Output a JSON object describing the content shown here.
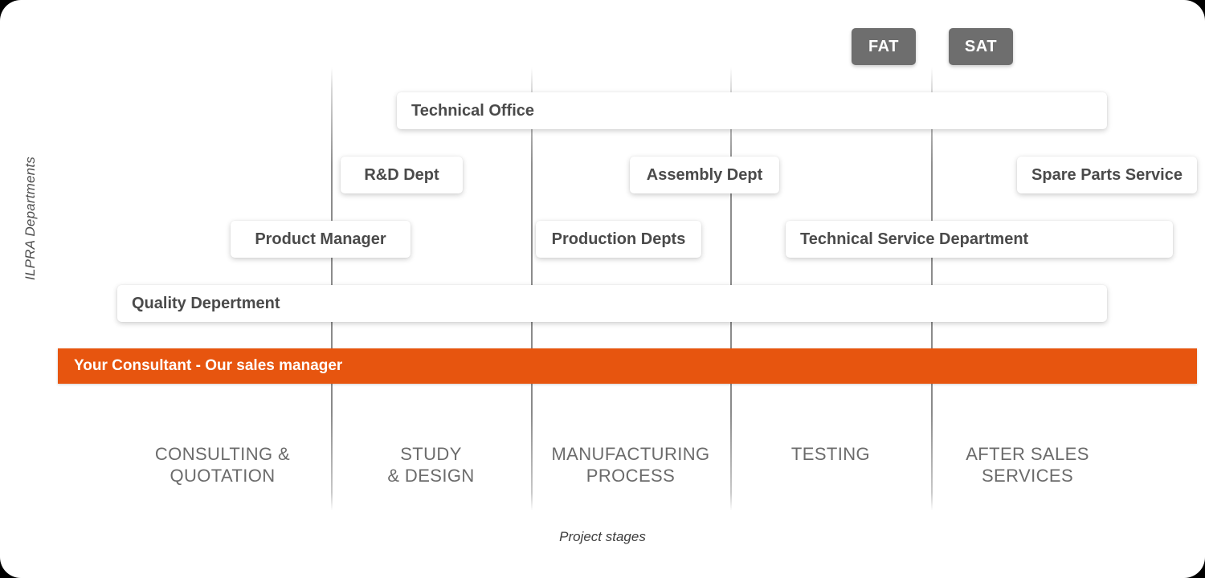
{
  "axes": {
    "y_label": "ILPRA Departments",
    "x_label": "Project stages"
  },
  "colors": {
    "accent_orange": "#e7550f",
    "badge_gray": "#6e6e6e",
    "card_text": "#4a4a4a",
    "stage_text": "#6b6b6b",
    "divider": "#8a8a8a",
    "background": "#ffffff"
  },
  "badges": [
    {
      "id": "fat",
      "label": "FAT"
    },
    {
      "id": "sat",
      "label": "SAT"
    }
  ],
  "department_cards": [
    {
      "id": "technical-office",
      "label": "Technical Office"
    },
    {
      "id": "rd-dept",
      "label": "R&D Dept"
    },
    {
      "id": "assembly-dept",
      "label": "Assembly Dept"
    },
    {
      "id": "spare-parts-service",
      "label": "Spare Parts Service"
    },
    {
      "id": "product-manager",
      "label": "Product Manager"
    },
    {
      "id": "production-depts",
      "label": "Production Depts"
    },
    {
      "id": "technical-service-department",
      "label": "Technical Service Department"
    },
    {
      "id": "quality-depertment",
      "label": "Quality Depertment"
    }
  ],
  "consultant_bar": {
    "label": "Your Consultant - Our sales manager"
  },
  "stages": [
    {
      "id": "consulting-quotation",
      "line1": "CONSULTING &",
      "line2": "QUOTATION"
    },
    {
      "id": "study-design",
      "line1": "STUDY",
      "line2": "& DESIGN"
    },
    {
      "id": "manufacturing-process",
      "line1": "MANUFACTURING",
      "line2": "PROCESS"
    },
    {
      "id": "testing",
      "line1": "TESTING",
      "line2": ""
    },
    {
      "id": "after-sales-services",
      "line1": "AFTER SALES",
      "line2": "SERVICES"
    }
  ],
  "chart_data": {
    "type": "table",
    "title": "ILPRA Departments vs Project stages",
    "xlabel": "Project stages",
    "ylabel": "ILPRA Departments",
    "categories": [
      "CONSULTING & QUOTATION",
      "STUDY & DESIGN",
      "MANUFACTURING PROCESS",
      "TESTING",
      "AFTER SALES SERVICES"
    ],
    "series": [
      {
        "name": "FAT",
        "spans": [
          "TESTING"
        ]
      },
      {
        "name": "SAT",
        "spans": [
          "AFTER SALES SERVICES"
        ]
      },
      {
        "name": "Technical Office",
        "spans": [
          "STUDY & DESIGN",
          "MANUFACTURING PROCESS",
          "TESTING",
          "AFTER SALES SERVICES"
        ]
      },
      {
        "name": "R&D Dept",
        "spans": [
          "STUDY & DESIGN"
        ]
      },
      {
        "name": "Assembly Dept",
        "spans": [
          "MANUFACTURING PROCESS"
        ]
      },
      {
        "name": "Spare Parts Service",
        "spans": [
          "AFTER SALES SERVICES"
        ]
      },
      {
        "name": "Product Manager",
        "spans": [
          "CONSULTING & QUOTATION",
          "STUDY & DESIGN"
        ]
      },
      {
        "name": "Production Depts",
        "spans": [
          "MANUFACTURING PROCESS"
        ]
      },
      {
        "name": "Technical Service Department",
        "spans": [
          "TESTING",
          "AFTER SALES SERVICES"
        ]
      },
      {
        "name": "Quality Depertment",
        "spans": [
          "CONSULTING & QUOTATION",
          "STUDY & DESIGN",
          "MANUFACTURING PROCESS",
          "TESTING",
          "AFTER SALES SERVICES"
        ]
      },
      {
        "name": "Your Consultant - Our sales manager",
        "spans": [
          "CONSULTING & QUOTATION",
          "STUDY & DESIGN",
          "MANUFACTURING PROCESS",
          "TESTING",
          "AFTER SALES SERVICES"
        ]
      }
    ],
    "legend": "none",
    "grid": false
  }
}
